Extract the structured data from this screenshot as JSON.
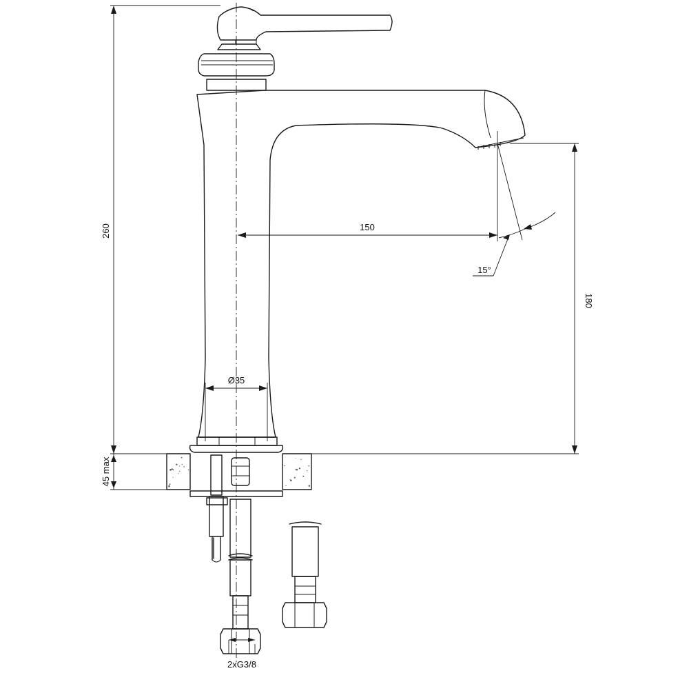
{
  "drawing": {
    "dimensions": {
      "total_height": "260",
      "spout_reach": "150",
      "spout_height": "180",
      "spout_angle": "15°",
      "base_diameter": "Ø35",
      "counter_thickness": "45 max",
      "connection": "2xG3/8"
    }
  }
}
